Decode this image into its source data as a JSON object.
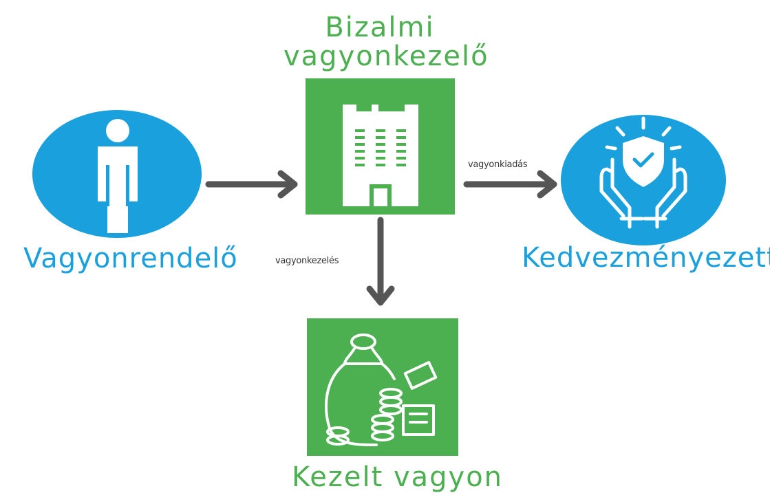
{
  "nodes": {
    "trustee": {
      "label_line1": "Bizalmi",
      "label_line2": "vagyonkezelő",
      "icon": "office-building-icon"
    },
    "settlor": {
      "label": "Vagyonrendelő",
      "icon": "person-icon"
    },
    "beneficiary": {
      "label": "Kedvezményezett",
      "icon": "protected-hands-icon"
    },
    "managed_assets": {
      "label": "Kezelt vagyon",
      "icon": "money-bag-icon"
    }
  },
  "edges": {
    "settlor_to_trustee": {
      "label": ""
    },
    "trustee_to_beneficiary": {
      "label": "vagyonkiadás"
    },
    "trustee_to_assets": {
      "label": "vagyonkezelés"
    }
  },
  "colors": {
    "green": "#4caf50",
    "blue": "#1aa0dc",
    "arrow": "#555555"
  }
}
